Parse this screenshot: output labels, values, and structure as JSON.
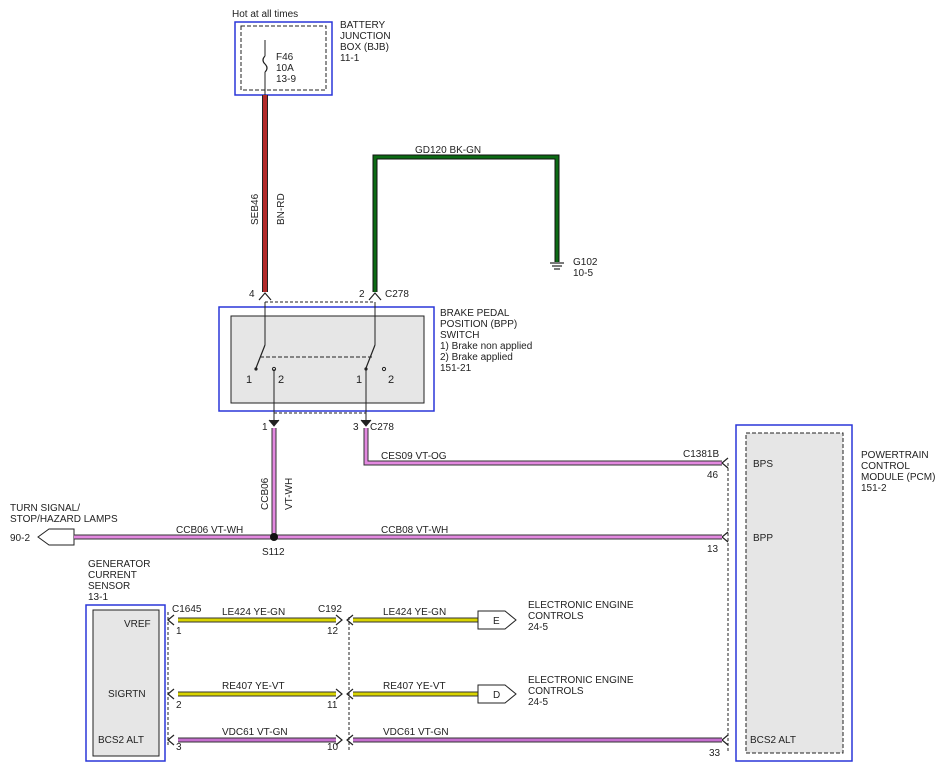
{
  "bjb": {
    "header": "Hot at all times",
    "title_lines": [
      "BATTERY",
      "JUNCTION",
      "BOX (BJB)",
      "11-1"
    ],
    "fuse_lines": [
      "F46",
      "10A",
      "13-9"
    ]
  },
  "ground": {
    "wire": "GD120   BK-GN",
    "label_lines": [
      "G102",
      "10-5"
    ]
  },
  "wire_seb46": {
    "circuit": "SEB46",
    "color": "BN-RD"
  },
  "bpp_switch": {
    "title_lines": [
      "BRAKE PEDAL",
      "POSITION (BPP)",
      "SWITCH",
      "1) Brake non applied",
      "2) Brake applied",
      "151-21"
    ],
    "pin_top_left": "4",
    "pin_top_right": "2",
    "connector_top": "C278",
    "pin_bottom_left": "1",
    "pin_bottom_right": "3",
    "connector_bottom": "C278",
    "contact_labels": [
      "1",
      "2",
      "1",
      "2"
    ]
  },
  "wire_ccb06_vertical": {
    "circuit": "CCB06",
    "color": "VT-WH"
  },
  "wire_ces09": {
    "label": "CES09   VT-OG"
  },
  "pcm": {
    "title_lines": [
      "POWERTRAIN",
      "CONTROL",
      "MODULE (PCM)",
      "151-2"
    ],
    "connector": "C1381B",
    "pins": [
      {
        "label": "BPS",
        "number": "46"
      },
      {
        "label": "BPP",
        "number": "13"
      },
      {
        "label": "BCS2 ALT",
        "number": "33"
      }
    ]
  },
  "turn_signal": {
    "title_lines": [
      "TURN SIGNAL/",
      "STOP/HAZARD LAMPS"
    ],
    "ref": "90-2"
  },
  "wire_ccb06_left": {
    "label": "CCB06   VT-WH"
  },
  "wire_ccb08": {
    "label": "CCB08   VT-WH"
  },
  "splice": "S112",
  "gen_sensor": {
    "title_lines": [
      "GENERATOR",
      "CURRENT",
      "SENSOR",
      "13-1"
    ],
    "connector": "C1645",
    "pins": [
      {
        "label": "VREF",
        "number": "1"
      },
      {
        "label": "SIGRTN",
        "number": "2"
      },
      {
        "label": "BCS2 ALT",
        "number": "3"
      }
    ]
  },
  "c192": {
    "connector": "C192",
    "pins": [
      "12",
      "11",
      "10"
    ]
  },
  "wires_left": [
    {
      "label": "LE424   YE-GN"
    },
    {
      "label": "RE407   YE-VT"
    },
    {
      "label": "VDC61   VT-GN"
    }
  ],
  "wires_right": [
    {
      "label": "LE424   YE-GN"
    },
    {
      "label": "RE407   YE-VT"
    },
    {
      "label": "VDC61   VT-GN"
    }
  ],
  "eec_e": {
    "letter": "E",
    "title_lines": [
      "ELECTRONIC ENGINE",
      "CONTROLS",
      "24-5"
    ]
  },
  "eec_d": {
    "letter": "D",
    "title_lines": [
      "ELECTRONIC ENGINE",
      "CONTROLS",
      "24-5"
    ]
  },
  "colors": {
    "brown_red": "#b22a2a",
    "black_green": "#0c6a14",
    "violet_white": "#e389e0",
    "violet_orange": "#e389e0",
    "yellow_green": "#d9d400",
    "violet_green": "#c66fcf",
    "module_outline": "#2a36d9"
  }
}
